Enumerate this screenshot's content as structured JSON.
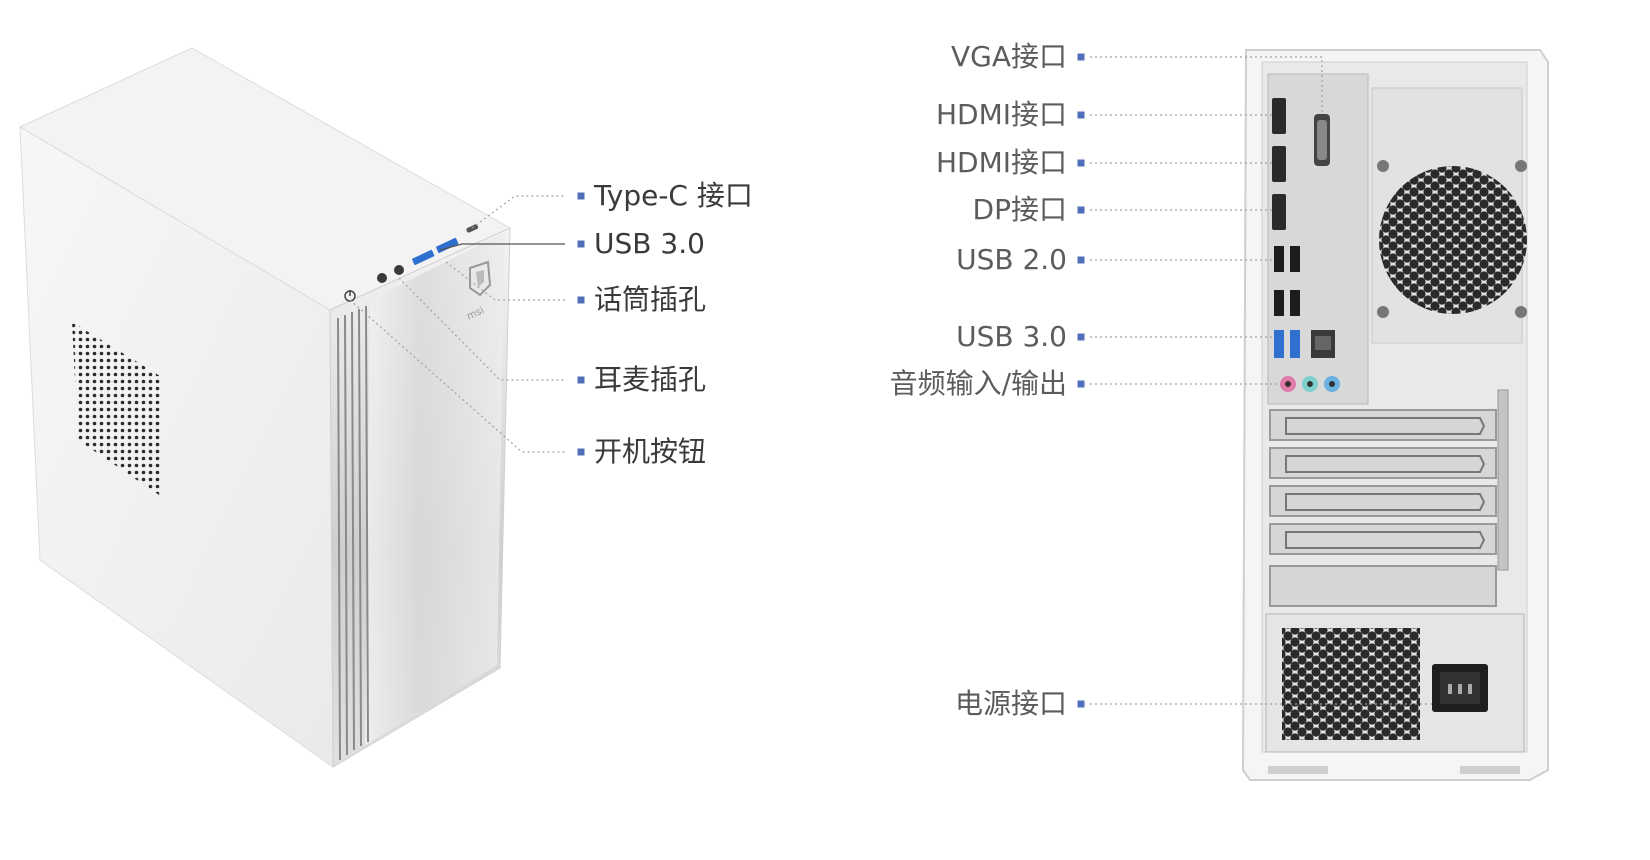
{
  "colors": {
    "marker": "#4f6fb8",
    "leader_line": "#a0a0a0",
    "usb3_port": "#2f6fd0",
    "mic_jack": "#e07aa9",
    "line_in_jack": "#7fcfcf",
    "line_out_jack": "#6ab0e0",
    "label_front": "#3a3a3a",
    "label_back": "#5c5c5c"
  },
  "front_callouts": [
    {
      "id": "type-c",
      "label": "Type-C 接口"
    },
    {
      "id": "usb3-front",
      "label": "USB 3.0"
    },
    {
      "id": "mic-jack",
      "label": "话筒插孔"
    },
    {
      "id": "headset-jack",
      "label": "耳麦插孔"
    },
    {
      "id": "power-button",
      "label": "开机按钮"
    }
  ],
  "back_callouts": [
    {
      "id": "vga",
      "label": "VGA接口"
    },
    {
      "id": "hdmi-1",
      "label": "HDMI接口"
    },
    {
      "id": "hdmi-2",
      "label": "HDMI接口"
    },
    {
      "id": "dp",
      "label": "DP接口"
    },
    {
      "id": "usb2",
      "label": "USB 2.0"
    },
    {
      "id": "usb3-rear",
      "label": "USB 3.0"
    },
    {
      "id": "audio",
      "label": "音频输入/输出"
    },
    {
      "id": "power-socket",
      "label": "电源接口"
    }
  ],
  "icons": {
    "logo": "msi-dragon-shield-icon",
    "power": "power-icon"
  }
}
